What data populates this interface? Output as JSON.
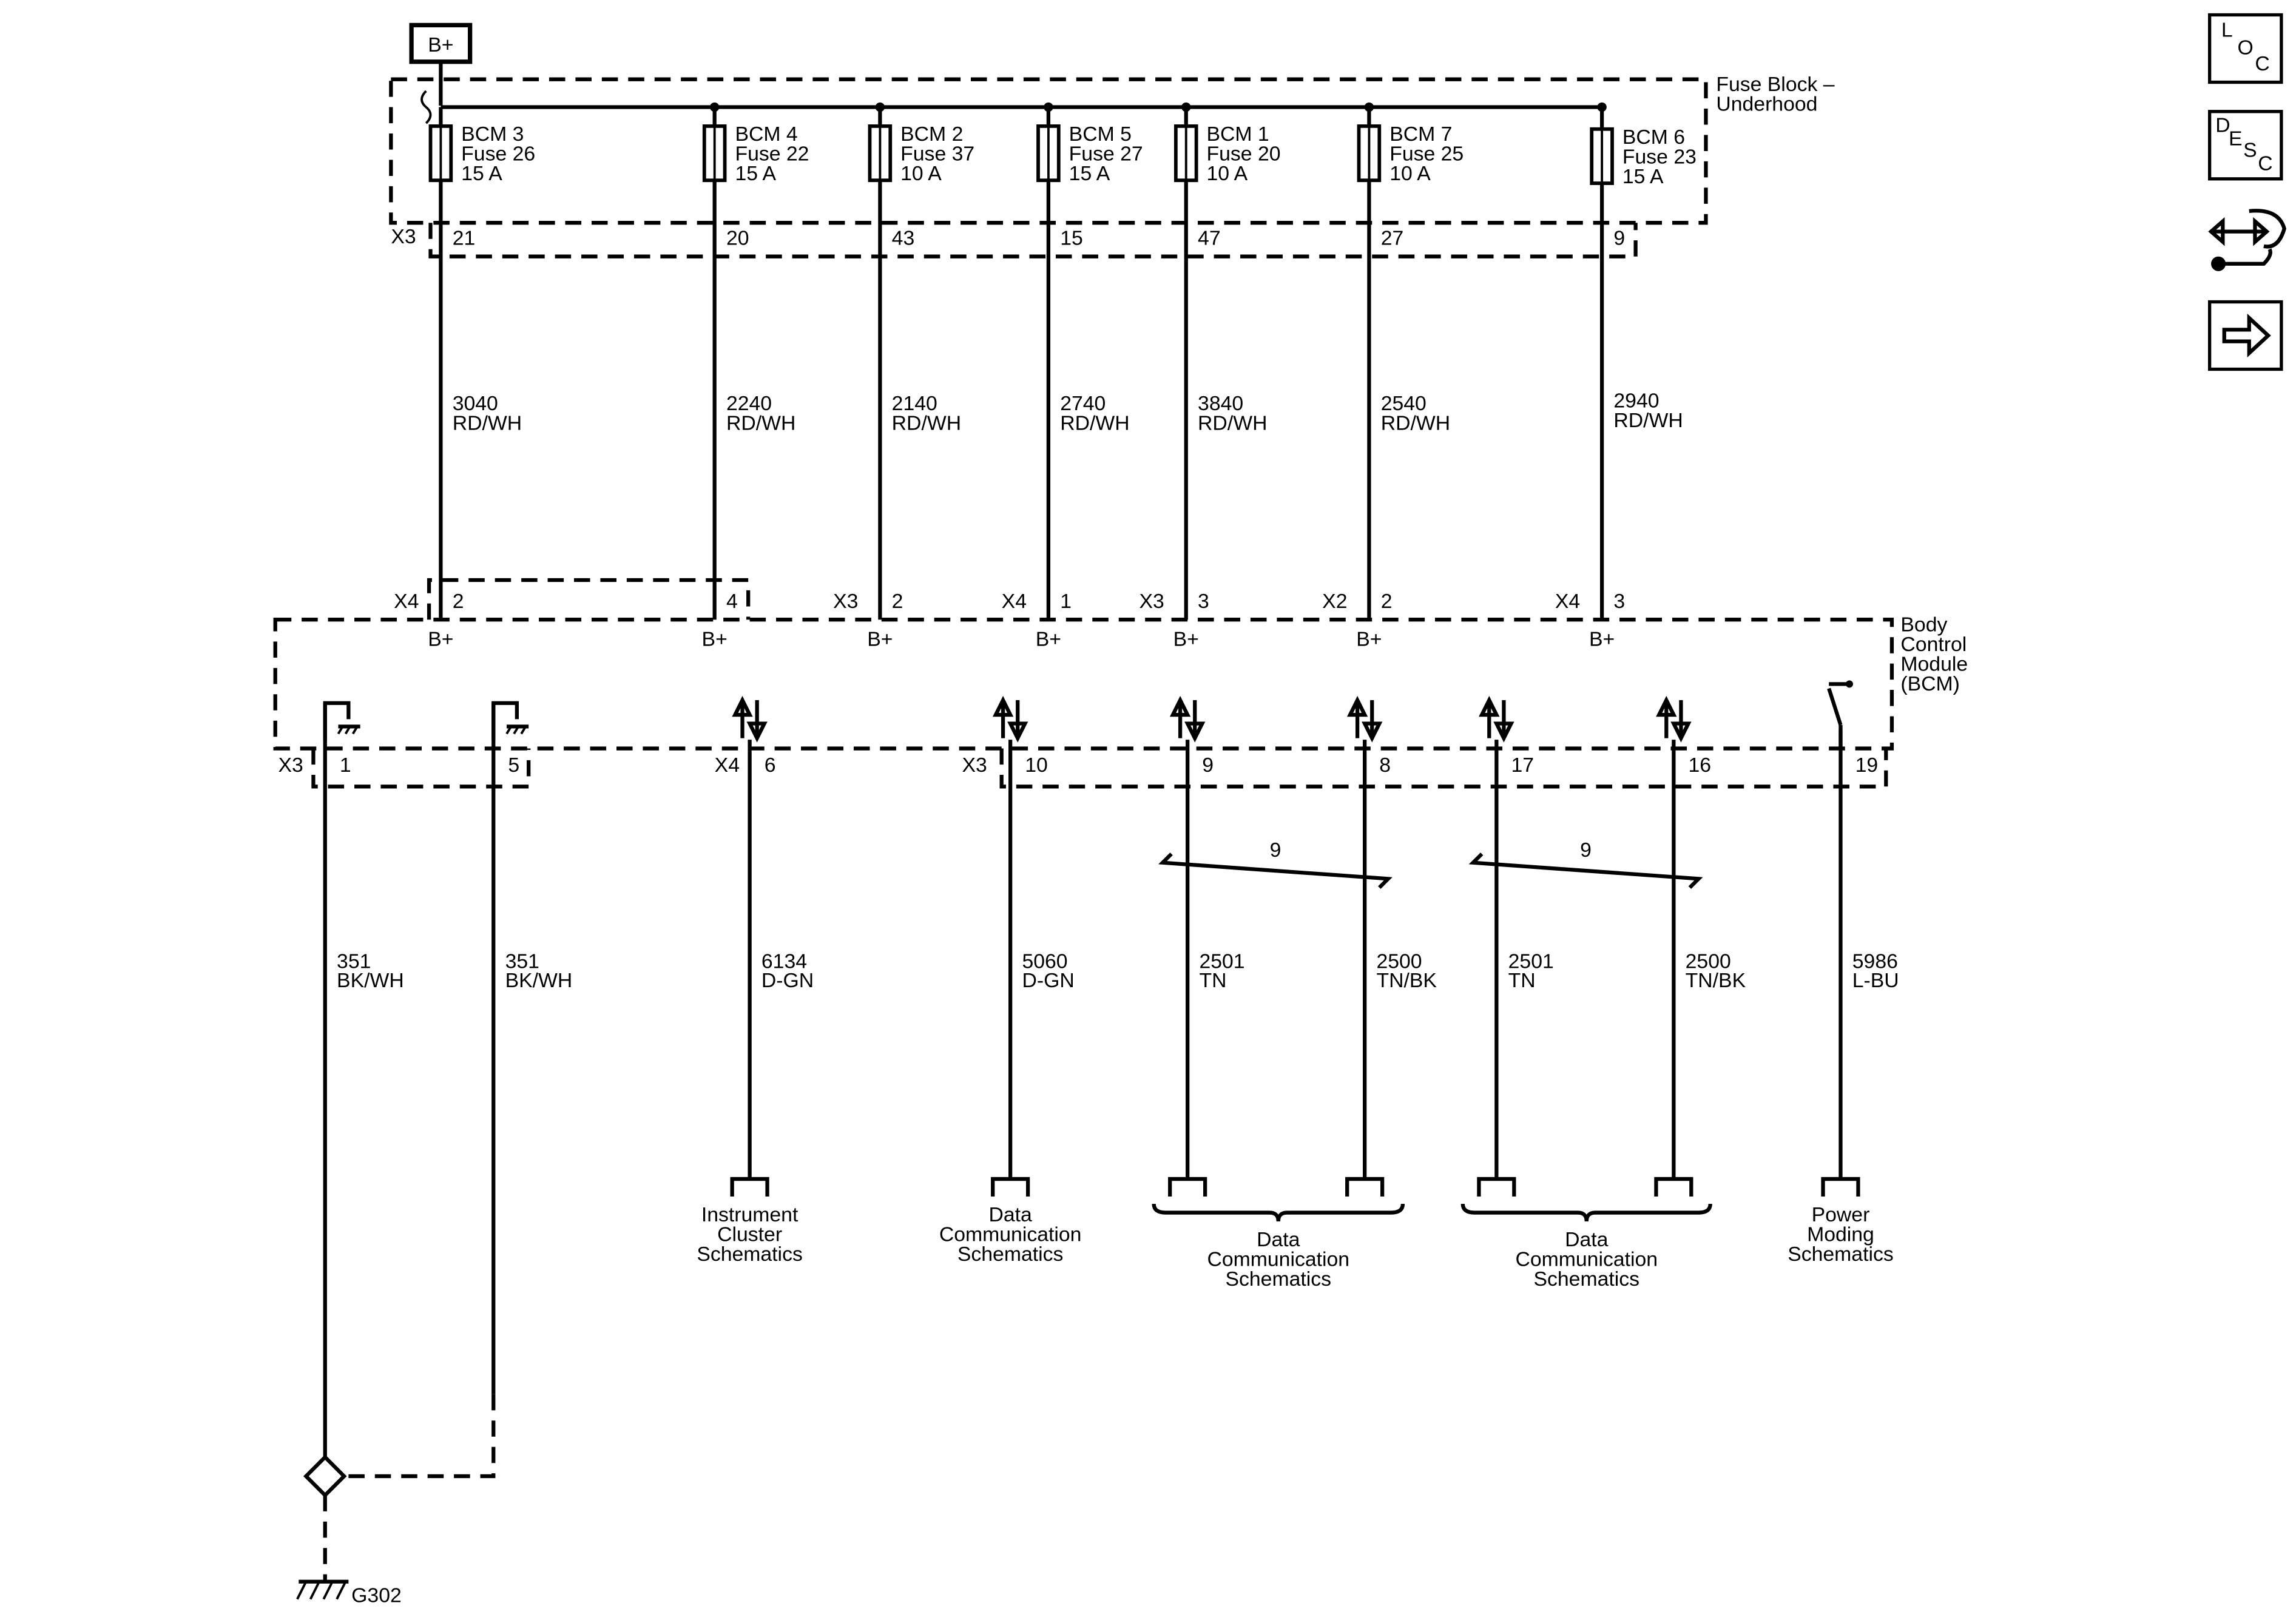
{
  "power_source": "B+",
  "fuse_block_label": [
    "Fuse Block –",
    "Underhood"
  ],
  "fuse_block_connector": "X3",
  "bcm_label": [
    "Body",
    "Control",
    "Module",
    "(BCM)"
  ],
  "bcm_power_label": "B+",
  "power_feeds": [
    {
      "fuse": [
        "BCM 3",
        "Fuse 26",
        "15 A"
      ],
      "fb_pin": "21",
      "circuit": "3040",
      "color": "RD/WH",
      "bcm_conn": "X4",
      "bcm_pin": "2"
    },
    {
      "fuse": [
        "BCM 4",
        "Fuse 22",
        "15 A"
      ],
      "fb_pin": "20",
      "circuit": "2240",
      "color": "RD/WH",
      "bcm_conn": "",
      "bcm_pin": "4"
    },
    {
      "fuse": [
        "BCM 2",
        "Fuse 37",
        "10 A"
      ],
      "fb_pin": "43",
      "circuit": "2140",
      "color": "RD/WH",
      "bcm_conn": "X3",
      "bcm_pin": "2"
    },
    {
      "fuse": [
        "BCM 5",
        "Fuse 27",
        "15 A"
      ],
      "fb_pin": "15",
      "circuit": "2740",
      "color": "RD/WH",
      "bcm_conn": "X4",
      "bcm_pin": "1"
    },
    {
      "fuse": [
        "BCM 1",
        "Fuse 20",
        "10 A"
      ],
      "fb_pin": "47",
      "circuit": "3840",
      "color": "RD/WH",
      "bcm_conn": "X3",
      "bcm_pin": "3"
    },
    {
      "fuse": [
        "BCM 7",
        "Fuse 25",
        "10 A"
      ],
      "fb_pin": "27",
      "circuit": "2540",
      "color": "RD/WH",
      "bcm_conn": "X2",
      "bcm_pin": "2"
    },
    {
      "fuse": [
        "BCM 6",
        "Fuse 23",
        "15 A"
      ],
      "fb_pin": "9",
      "circuit": "2940",
      "color": "RD/WH",
      "bcm_conn": "X4",
      "bcm_pin": "3"
    }
  ],
  "lower_circuits": [
    {
      "conn": "X3",
      "pin": "1",
      "circuit": "351",
      "color": "BK/WH",
      "end": "splice",
      "dest": []
    },
    {
      "conn": "",
      "pin": "5",
      "circuit": "351",
      "color": "BK/WH",
      "end": "splice-dashed",
      "dest": []
    },
    {
      "conn": "X4",
      "pin": "6",
      "circuit": "6134",
      "color": "D-GN",
      "end": "connector",
      "dest": [
        "Instrument",
        "Cluster",
        "Schematics"
      ]
    },
    {
      "conn": "X3",
      "pin": "10",
      "circuit": "5060",
      "color": "D-GN",
      "end": "connector",
      "dest": [
        "Data",
        "Communication",
        "Schematics"
      ]
    },
    {
      "conn": "",
      "pin": "9",
      "circuit": "2501",
      "color": "TN",
      "end": "connector",
      "dest": []
    },
    {
      "conn": "",
      "pin": "8",
      "circuit": "2500",
      "color": "TN/BK",
      "end": "connector",
      "dest": []
    },
    {
      "conn": "",
      "pin": "17",
      "circuit": "2501",
      "color": "TN",
      "end": "connector",
      "dest": []
    },
    {
      "conn": "",
      "pin": "16",
      "circuit": "2500",
      "color": "TN/BK",
      "end": "connector",
      "dest": []
    },
    {
      "conn": "",
      "pin": "19",
      "circuit": "5986",
      "color": "L-BU",
      "end": "connector",
      "dest": [
        "Power",
        "Moding",
        "Schematics"
      ]
    }
  ],
  "twist_labels": [
    "9",
    "9"
  ],
  "pair_destinations": [
    [
      "Data",
      "Communication",
      "Schematics"
    ],
    [
      "Data",
      "Communication",
      "Schematics"
    ]
  ],
  "ground_label": "G302",
  "sidebar": [
    {
      "name": "location-button",
      "icon": "loc-icon",
      "letters": [
        "L",
        "O",
        "C"
      ]
    },
    {
      "name": "description-button",
      "icon": "desc-icon",
      "letters": [
        "D",
        "E",
        "S",
        "C"
      ]
    },
    {
      "name": "connector-repair-button",
      "icon": "connector-wrench-icon"
    },
    {
      "name": "next-page-button",
      "icon": "arrow-right-icon"
    }
  ]
}
